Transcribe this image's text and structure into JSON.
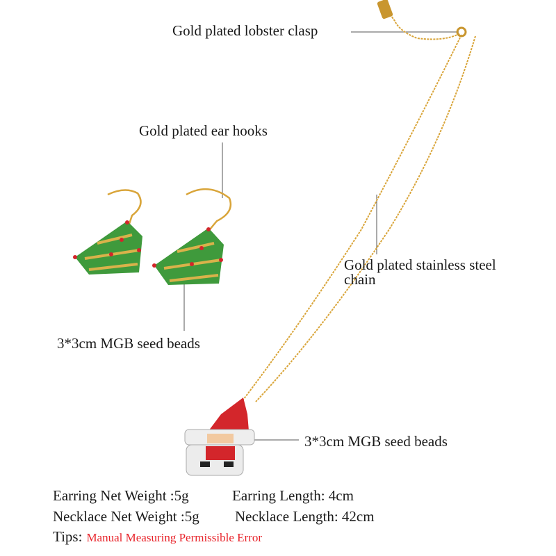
{
  "labels": {
    "clasp": "Gold plated lobster clasp",
    "ear_hooks": "Gold plated ear hooks",
    "chain_line1": "Gold plated stainless steel",
    "chain_line2": "chain",
    "earring_beads": "3*3cm MGB seed beads",
    "pendant_beads": "3*3cm MGB seed beads"
  },
  "specs": {
    "earring_weight": "Earring Net Weight :5g",
    "earring_length": "Earring  Length: 4cm",
    "necklace_weight": "Necklace Net Weight :5g",
    "necklace_length": "Necklace Length: 42cm",
    "tips_label": "Tips:",
    "tips_text": "Manual Measuring Permissible Error"
  },
  "colors": {
    "gold": "#d9a53a",
    "tree_green": "#3f9a3c",
    "bead_red": "#d3262b",
    "tip_red": "#e8232a"
  }
}
